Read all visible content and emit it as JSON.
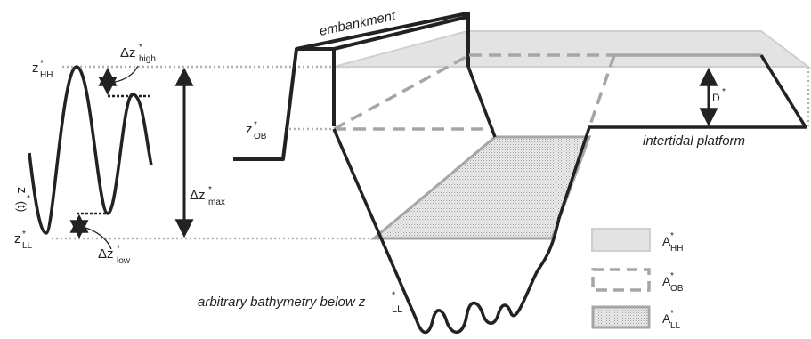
{
  "colors": {
    "line": "#222222",
    "gray": "#a6a6a6",
    "dotted": "#b0b0b0",
    "hh_fill": "#e3e3e3",
    "hh_stroke": "#cfcfcf",
    "ll_fill": "#e9e9e9"
  },
  "labels": {
    "embankment": "embankment",
    "intertidal_platform": "intertidal platform",
    "bathymetry": "arbitrary bathymetry below z",
    "bathymetry_sup": "*",
    "bathymetry_sub": "LL",
    "d": "D",
    "d_sup": "*"
  },
  "tide": {
    "zt": "z",
    "zt_sup": "*",
    "zt_arg": "(t)",
    "z_hh": "z",
    "z_hh_sup": "*",
    "z_hh_sub": "HH",
    "z_ll": "z",
    "z_ll_sup": "*",
    "z_ll_sub": "LL",
    "z_ob": "z",
    "z_ob_sup": "*",
    "z_ob_sub": "OB",
    "dz_high": "Δz",
    "dz_high_sup": "*",
    "dz_high_sub": "high",
    "dz_low": "Δz",
    "dz_low_sup": "*",
    "dz_low_sub": "low",
    "dz_max": "Δz",
    "dz_max_sup": "*",
    "dz_max_sub": "max"
  },
  "legend": [
    {
      "label": "A",
      "sup": "*",
      "sub": "HH",
      "swatch": "solid-light-gray"
    },
    {
      "label": "A",
      "sup": "*",
      "sub": "OB",
      "swatch": "dashed-gray-outline"
    },
    {
      "label": "A",
      "sup": "*",
      "sub": "LL",
      "swatch": "dotted-gray-fill"
    }
  ]
}
